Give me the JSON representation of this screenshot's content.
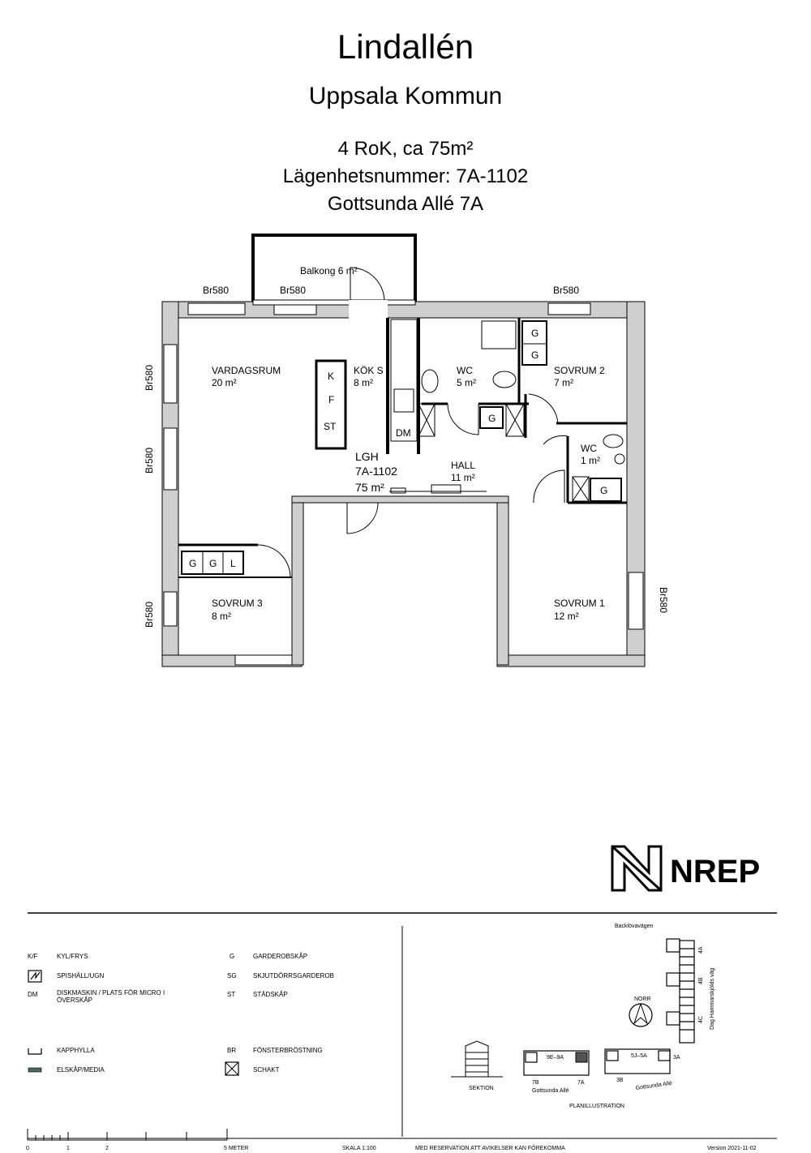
{
  "header": {
    "title": "Lindallén",
    "municipality": "Uppsala Kommun",
    "summary": "4 RoK, ca 75m²",
    "apartment_number": "Lägenhetsnummer: 7A-1102",
    "address": "Gottsunda Allé 7A"
  },
  "plan": {
    "balcony": "Balkong 6 m²",
    "windows": [
      "Br580",
      "Br580",
      "Br580",
      "Br580",
      "Br580",
      "Br580",
      "Br580"
    ],
    "rooms": {
      "vardagsrum": {
        "name": "VARDAGSRUM",
        "area": "20 m²"
      },
      "kok": {
        "name": "KÖK S",
        "area": "8 m²"
      },
      "wc1": {
        "name": "WC",
        "area": "5 m²"
      },
      "sovrum2": {
        "name": "SOVRUM 2",
        "area": "7 m²"
      },
      "wc2": {
        "name": "WC",
        "area": "1 m²"
      },
      "hall": {
        "name": "HALL",
        "area": "11 m²"
      },
      "sovrum3": {
        "name": "SOVRUM 3",
        "area": "8 m²"
      },
      "sovrum1": {
        "name": "SOVRUM 1",
        "area": "12 m²"
      }
    },
    "lgh": {
      "label": "LGH",
      "number": "7A-1102",
      "area": "75 m²"
    },
    "fixtures": {
      "k": "K",
      "f": "F",
      "st": "ST",
      "g": "G",
      "l": "L",
      "dm": "DM"
    }
  },
  "logo": {
    "text": "NREP"
  },
  "legend": {
    "left": [
      {
        "code": "K/F",
        "text": "KYL/FRYS"
      },
      {
        "code": "",
        "text": "SPISHÄLL/UGN",
        "icon": "stove-icon"
      },
      {
        "code": "DM",
        "text": "DISKMASKIN / PLATS FÖR MICRO I ÖVERSKÅP"
      },
      {
        "code": "",
        "text": "KAPPHYLLA",
        "icon": "coat-shelf-icon"
      },
      {
        "code": "",
        "text": "ELSKÅP/MEDIA",
        "icon": "electrical-cabinet-icon"
      }
    ],
    "right": [
      {
        "code": "G",
        "text": "GARDEROBSKÅP"
      },
      {
        "code": "SG",
        "text": "SKJUTDÖRRSGARDEROB"
      },
      {
        "code": "ST",
        "text": "STÄDSKÅP"
      },
      {
        "code": "BR",
        "text": "FÖNSTERBRÖSTNING"
      },
      {
        "code": "",
        "text": "SCHAKT",
        "icon": "shaft-icon"
      }
    ]
  },
  "site": {
    "road_top": "Backlövavägen",
    "road_side": "Dag Hammarskjölds väg",
    "north": "NORR",
    "section": "SEKTION",
    "plan_illustration": "PLANILLUSTRATION",
    "street": "Gottsunda Allé",
    "street2": "Gottsunda Allé",
    "building_labels": [
      "4A",
      "4B",
      "4C",
      "9E–9A",
      "7B",
      "7A",
      "5J–5A",
      "3B",
      "3A"
    ]
  },
  "footer": {
    "scale_ticks": [
      "0",
      "1",
      "2",
      "5 METER"
    ],
    "scale": "SKALA 1:100",
    "disclaimer": "MED RESERVATION ATT AVIKELSER KAN FÖREKOMMA",
    "version": "Version 2021-11-02"
  }
}
